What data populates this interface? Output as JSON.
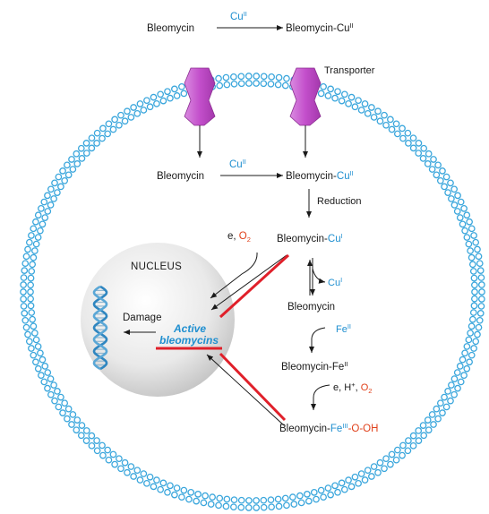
{
  "colors": {
    "membrane": "#3aa6dc",
    "transporter": "#c05cc8",
    "metal_blue": "#1f8fd0",
    "oxygen_red": "#e0401a",
    "inhibition_red": "#e0202a"
  },
  "top": {
    "bleomycin": "Bleomycin",
    "cu_base": "Cu",
    "cu_ox": "II",
    "bleomycin_cu_prefix": "Bleomycin-Cu",
    "bleomycin_cu_ox": "II",
    "transporter": "Transporter"
  },
  "inside": {
    "bleomycin": "Bleomycin",
    "cu_base": "Cu",
    "cu_ox": "II",
    "bleomycin_cu_prefix": "Bleomycin-",
    "bleomycin_cu_metal": "Cu",
    "bleomycin_cu_ox": "II",
    "reduction": "Reduction",
    "e_label": "e, ",
    "o2_base": "O",
    "o2_sub": "2",
    "bleo_cui_prefix": "Bleomycin-",
    "bleo_cui_metal": "Cu",
    "bleo_cui_ox": "I",
    "released_cu_base": "Cu",
    "released_cu_ox": "I",
    "bleomycin_free": "Bleomycin",
    "fe_base": "Fe",
    "fe_ox": "II",
    "bleo_fe_prefix": "Bleomycin-Fe",
    "bleo_fe_ox": "II",
    "e_h_label": "e, H",
    "h_charge": "+",
    "comma": ", ",
    "o2b_base": "O",
    "o2b_sub": "2",
    "final_prefix": "Bleomycin-",
    "final_fe": "Fe",
    "final_fe_ox": "III",
    "final_suffix": "-O-OH"
  },
  "nucleus": {
    "title": "NUCLEUS",
    "damage": "Damage",
    "active_line1": "Active",
    "active_line2": "bleomycins"
  }
}
